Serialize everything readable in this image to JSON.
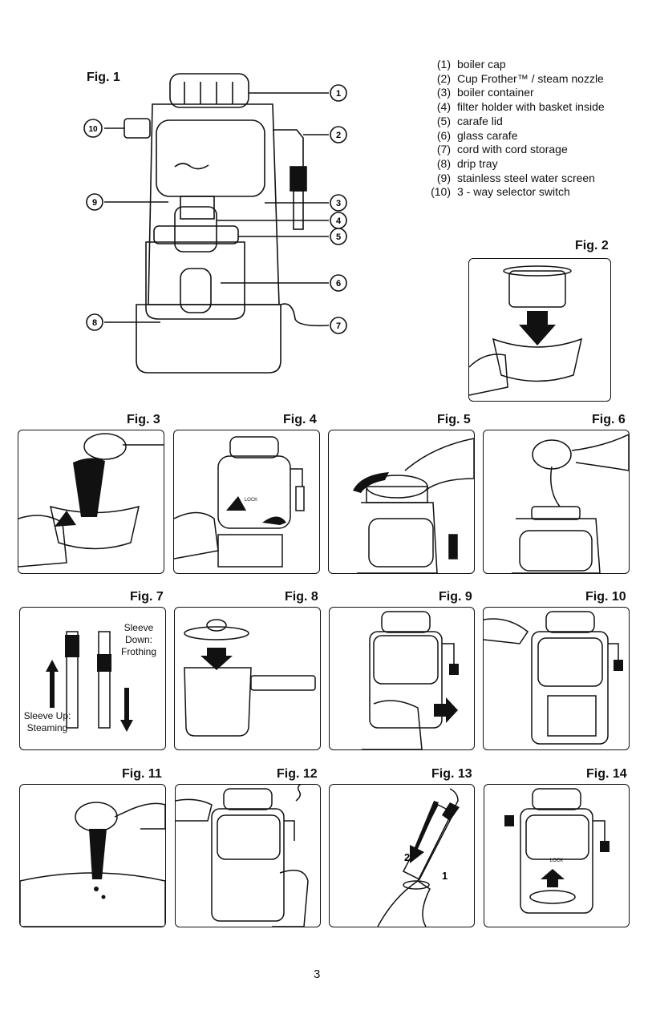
{
  "fig1": {
    "label": "Fig. 1",
    "callouts": [
      "1",
      "2",
      "3",
      "4",
      "5",
      "6",
      "7",
      "8",
      "9",
      "10"
    ],
    "legend": [
      {
        "num": "(1)",
        "text": "boiler cap"
      },
      {
        "num": "(2)",
        "text": "Cup Frother™ / steam nozzle"
      },
      {
        "num": "(3)",
        "text": "boiler container"
      },
      {
        "num": "(4)",
        "text": "filter holder with basket inside"
      },
      {
        "num": "(5)",
        "text": "carafe lid"
      },
      {
        "num": "(6)",
        "text": "glass carafe"
      },
      {
        "num": "(7)",
        "text": "cord with cord storage"
      },
      {
        "num": "(8)",
        "text": "drip tray"
      },
      {
        "num": "(9)",
        "text": "stainless steel water screen"
      },
      {
        "num": "(10)",
        "text": "3 - way selector switch"
      }
    ]
  },
  "figures": [
    {
      "label": "Fig. 2"
    },
    {
      "label": "Fig. 3"
    },
    {
      "label": "Fig. 4"
    },
    {
      "label": "Fig. 5"
    },
    {
      "label": "Fig. 6"
    },
    {
      "label": "Fig. 7"
    },
    {
      "label": "Fig. 8"
    },
    {
      "label": "Fig. 9"
    },
    {
      "label": "Fig. 10"
    },
    {
      "label": "Fig. 11"
    },
    {
      "label": "Fig. 12"
    },
    {
      "label": "Fig. 13"
    },
    {
      "label": "Fig. 14"
    }
  ],
  "fig7_notes": {
    "sleeve_down": "Sleeve Down: Frothing",
    "sleeve_up": "Sleeve Up: Steaming"
  },
  "fig13_numbers": {
    "one": "1",
    "two": "2"
  },
  "device_text": {
    "lock": "LOCK"
  },
  "page_number": "3"
}
